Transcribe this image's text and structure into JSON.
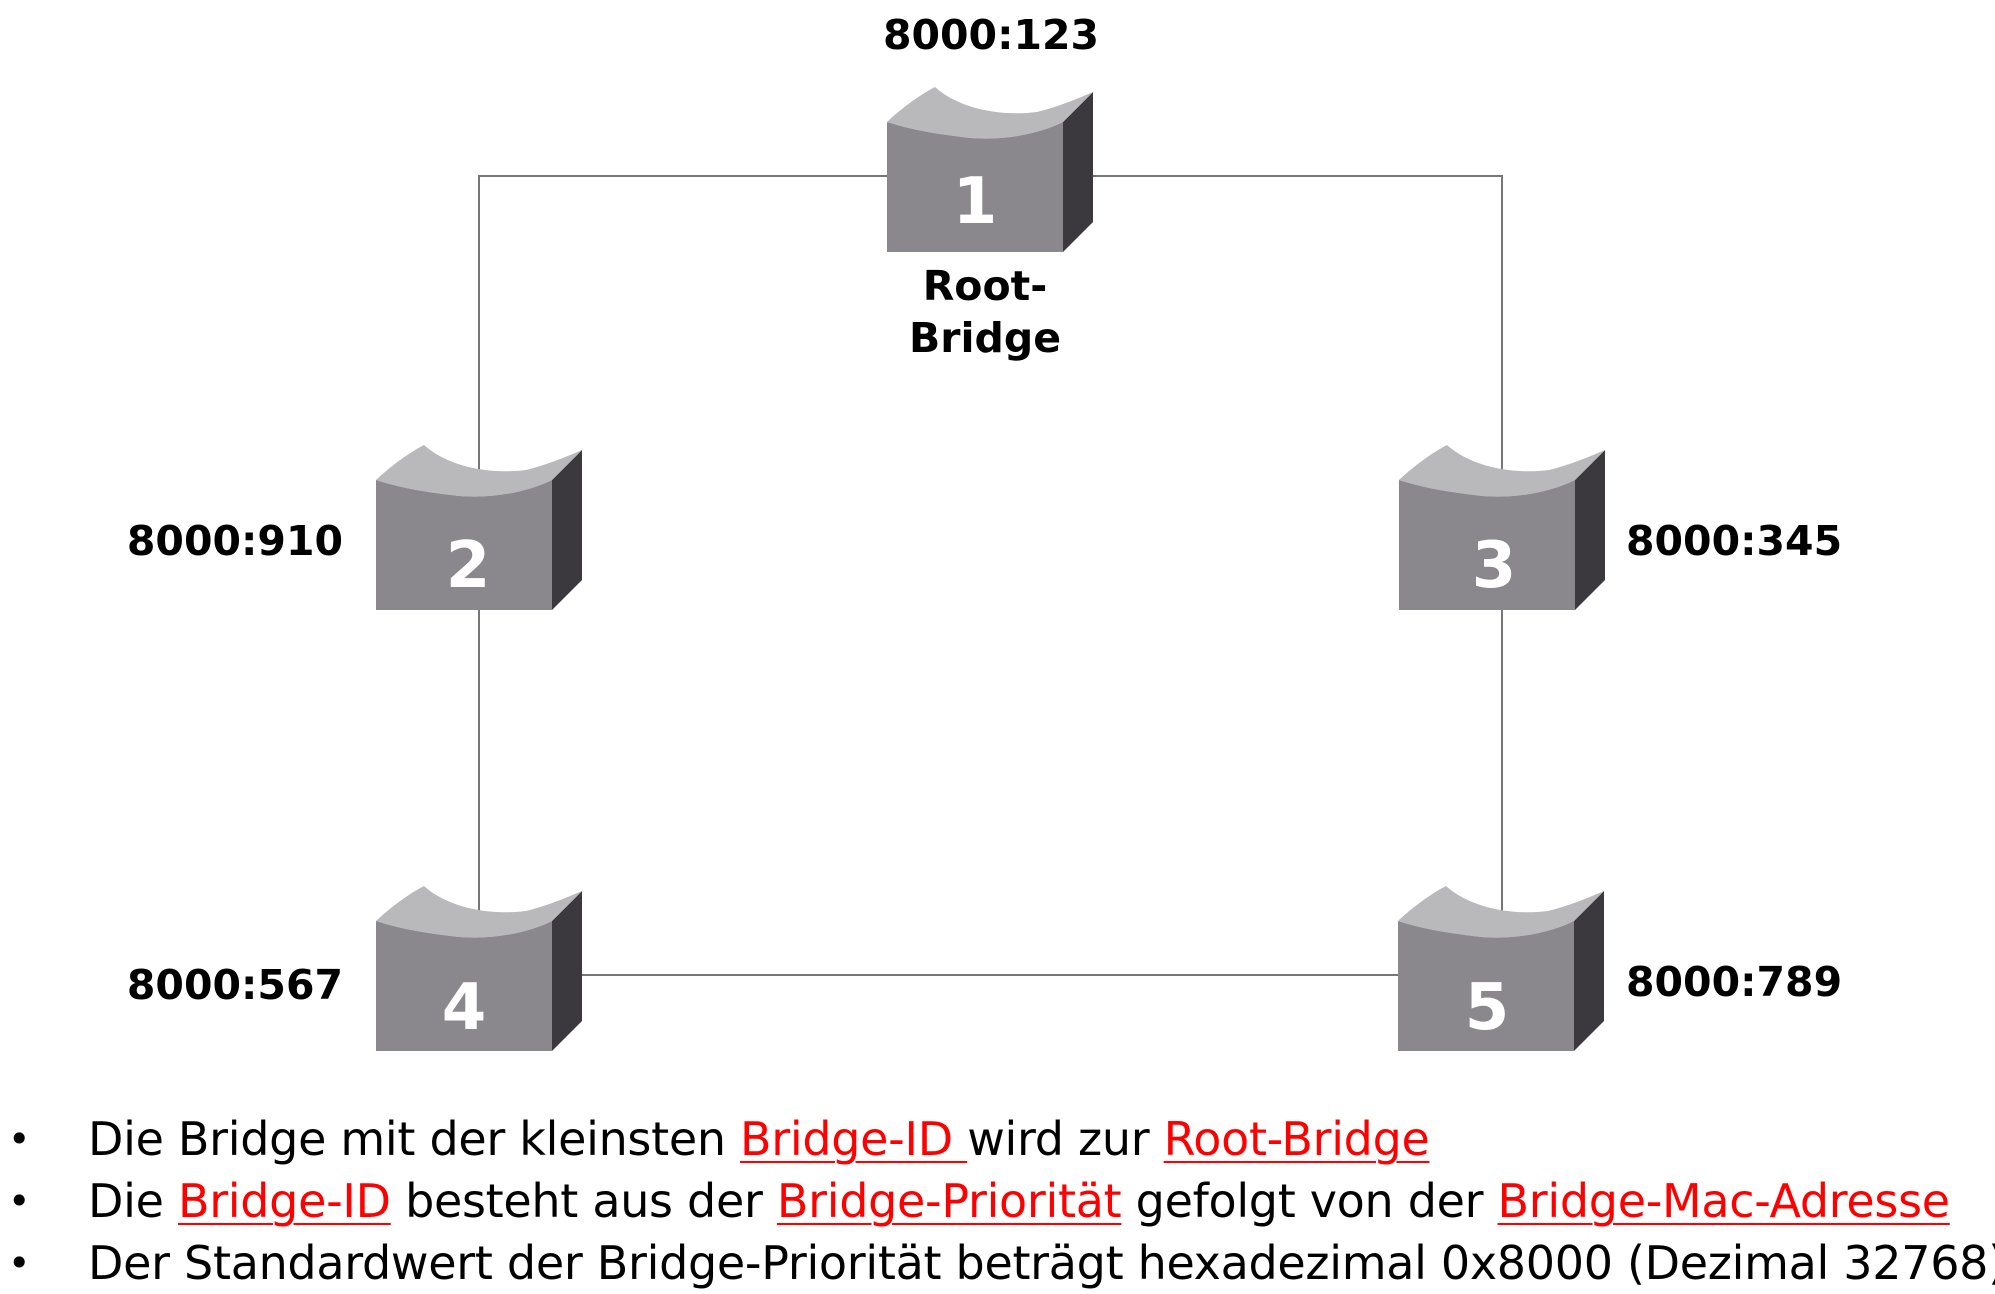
{
  "diagram": {
    "title": "Spanning Tree Root-Bridge election",
    "root_label_line1": "Root-",
    "root_label_line2": "Bridge",
    "bridges": [
      {
        "number": "1",
        "bridge_id": "8000:123",
        "role": "root"
      },
      {
        "number": "2",
        "bridge_id": "8000:910"
      },
      {
        "number": "3",
        "bridge_id": "8000:345"
      },
      {
        "number": "4",
        "bridge_id": "8000:567"
      },
      {
        "number": "5",
        "bridge_id": "8000:789"
      }
    ],
    "links": [
      [
        "1",
        "2"
      ],
      [
        "1",
        "3"
      ],
      [
        "2",
        "4"
      ],
      [
        "3",
        "5"
      ],
      [
        "4",
        "5"
      ]
    ]
  },
  "bullets": [
    {
      "parts": [
        {
          "text": "Die Bridge mit der kleinsten ",
          "link": false
        },
        {
          "text": "Bridge-ID ",
          "link": true
        },
        {
          "text": "wird zur ",
          "link": false
        },
        {
          "text": "Root-Bridge",
          "link": true
        }
      ]
    },
    {
      "parts": [
        {
          "text": "Die ",
          "link": false
        },
        {
          "text": "Bridge-ID",
          "link": true
        },
        {
          "text": " besteht aus der ",
          "link": false
        },
        {
          "text": "Bridge-Priorität",
          "link": true
        },
        {
          "text": " gefolgt von der ",
          "link": false
        },
        {
          "text": "Bridge-Mac-Adresse",
          "link": true
        }
      ]
    },
    {
      "parts": [
        {
          "text": "Der Standardwert der Bridge-Priorität beträgt hexadezimal 0x8000 (Dezimal 32768)",
          "link": false
        }
      ]
    }
  ],
  "colors": {
    "bridge_front": "#8a888d",
    "bridge_top": "#b9b8bb",
    "bridge_side": "#3b393e",
    "link_line": "#777777",
    "link_text": "#ff0000"
  }
}
